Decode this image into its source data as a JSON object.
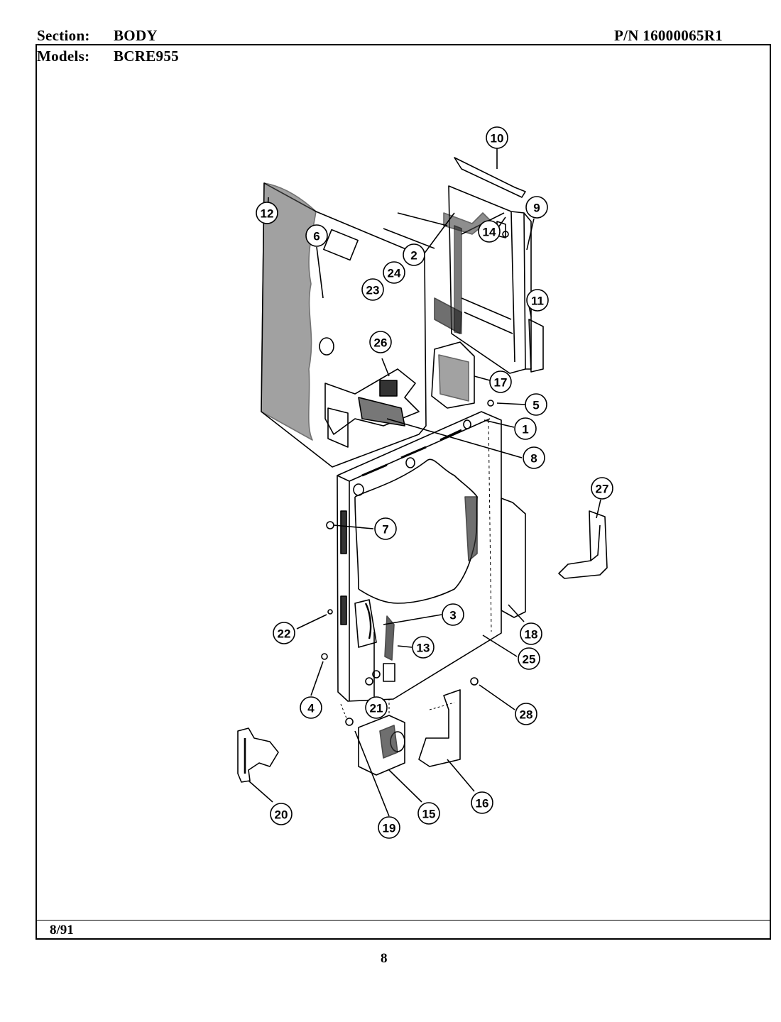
{
  "header": {
    "section_label": "Section:",
    "section_value": "BODY",
    "models_label": "Models:",
    "models_value": "BCRE955",
    "part_number": "P/N 16000065R1"
  },
  "footer": {
    "date": "8/91",
    "page_number": "8"
  },
  "callouts": [
    "10",
    "9",
    "12",
    "6",
    "14",
    "2",
    "24",
    "23",
    "11",
    "26",
    "17",
    "5",
    "1",
    "8",
    "27",
    "7",
    "3",
    "22",
    "13",
    "18",
    "25",
    "4",
    "21",
    "28",
    "20",
    "19",
    "15",
    "16"
  ]
}
